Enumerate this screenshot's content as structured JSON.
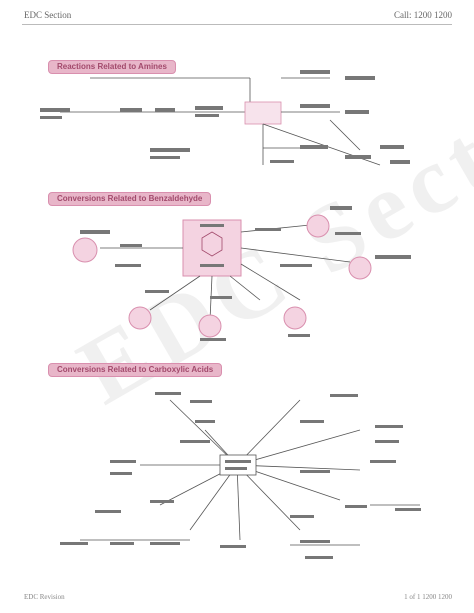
{
  "header": {
    "left": "EDC Section",
    "right": "Call: 1200 1200"
  },
  "sections": [
    {
      "title": "Reactions Related to Amines"
    },
    {
      "title": "Conversions Related to Benzaldehyde"
    },
    {
      "title": "Conversions Related to Carboxylic Acids"
    }
  ],
  "watermark": "EDC Section",
  "footer": {
    "left": "EDC Revision",
    "right": "1 of 1 1200 1200"
  },
  "colors": {
    "accent": "#e8b6c9",
    "accent_text": "#a24a6c",
    "ring": "#d98fae"
  }
}
